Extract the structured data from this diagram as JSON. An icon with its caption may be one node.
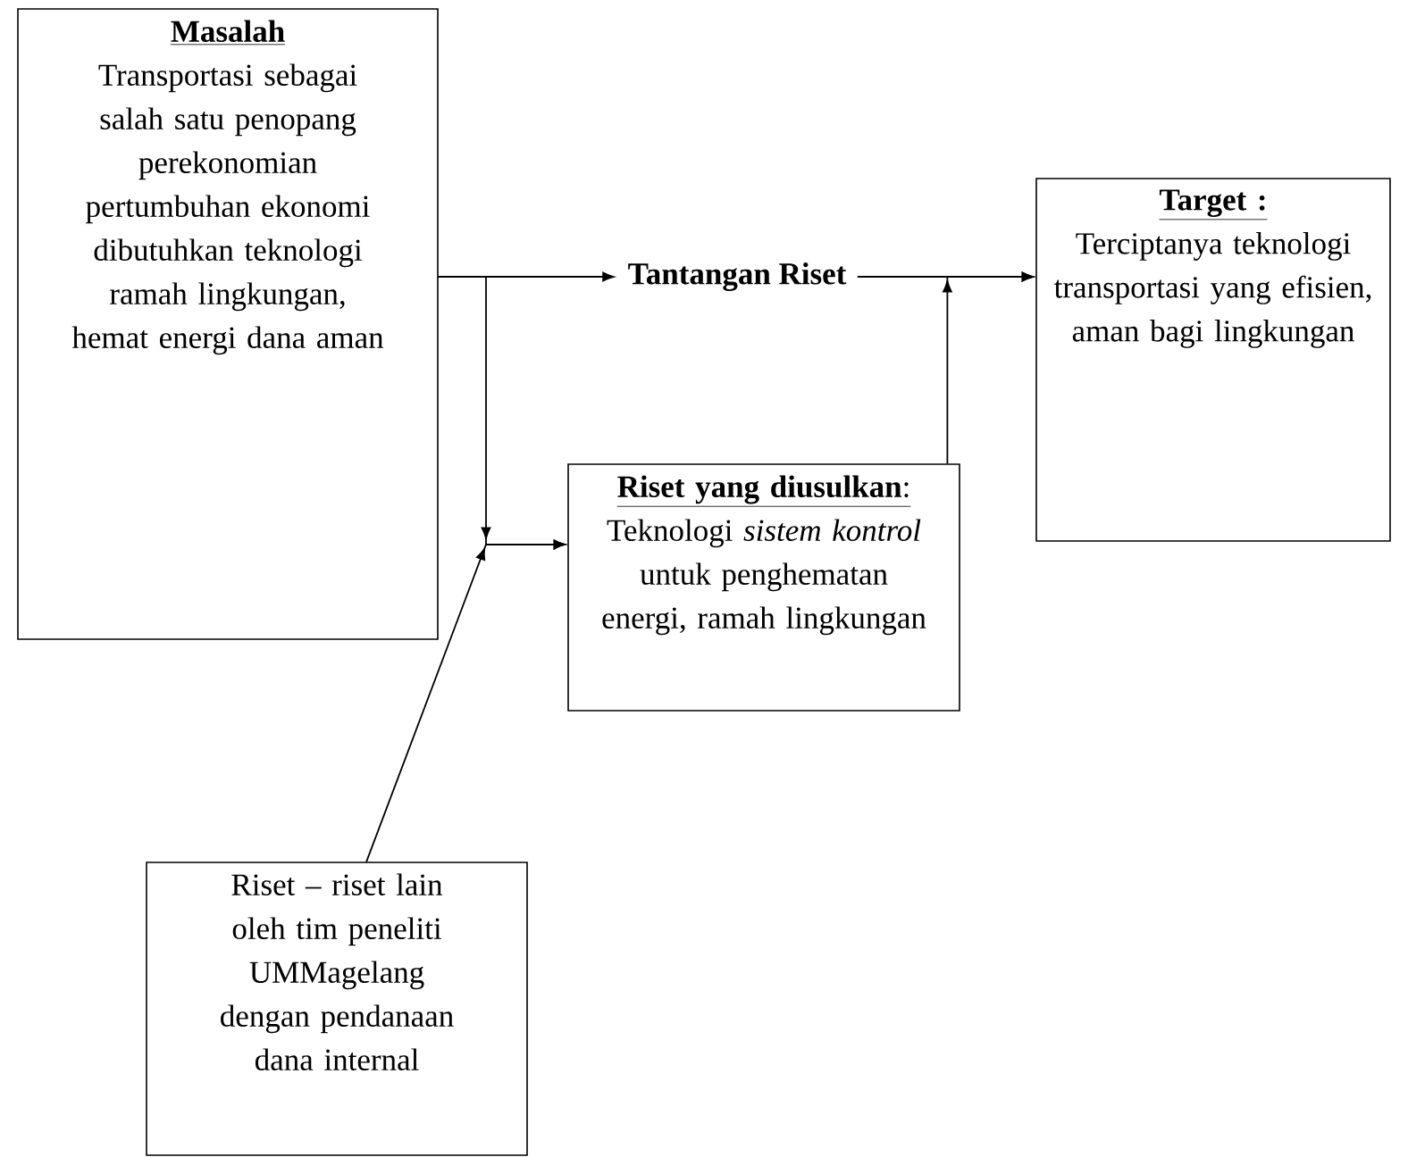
{
  "diagram": {
    "nodes": [
      {
        "text": [
          "Masalah",
          "Transportasi sebagai salah satu penopang perekonomian pertumbuhan ekonomi dibutuhkan teknologi ramah lingkungan, hemat energi dana aman"
        ]
      },
      {
        "text": [
          "Tantangan  Riset"
        ]
      },
      {
        "text": [
          "Target :",
          "Terciptanya teknologi transportasi yang efisien, aman bagi lingkungan"
        ]
      },
      {
        "text": [
          "**Riset yang diusulkan**:",
          "Teknologi *sistem kontrol* untuk penghematan energi, ramah lingkungan"
        ]
      },
      {
        "text": [
          "Riset – riset lain oleh tim peneliti UMMagelang dengan pendanaan dana internal"
        ]
      }
    ],
    "edges": [
      {
        "from": 0,
        "to": 1,
        "arrow": "to"
      },
      {
        "from": 0,
        "to": 3,
        "arrow": "to"
      },
      {
        "from": 1,
        "to": 2,
        "arrow": "to"
      },
      {
        "from": 3,
        "to": 2,
        "arrow": "to"
      },
      {
        "from": 4,
        "to": 3,
        "arrow": "to"
      }
    ]
  }
}
